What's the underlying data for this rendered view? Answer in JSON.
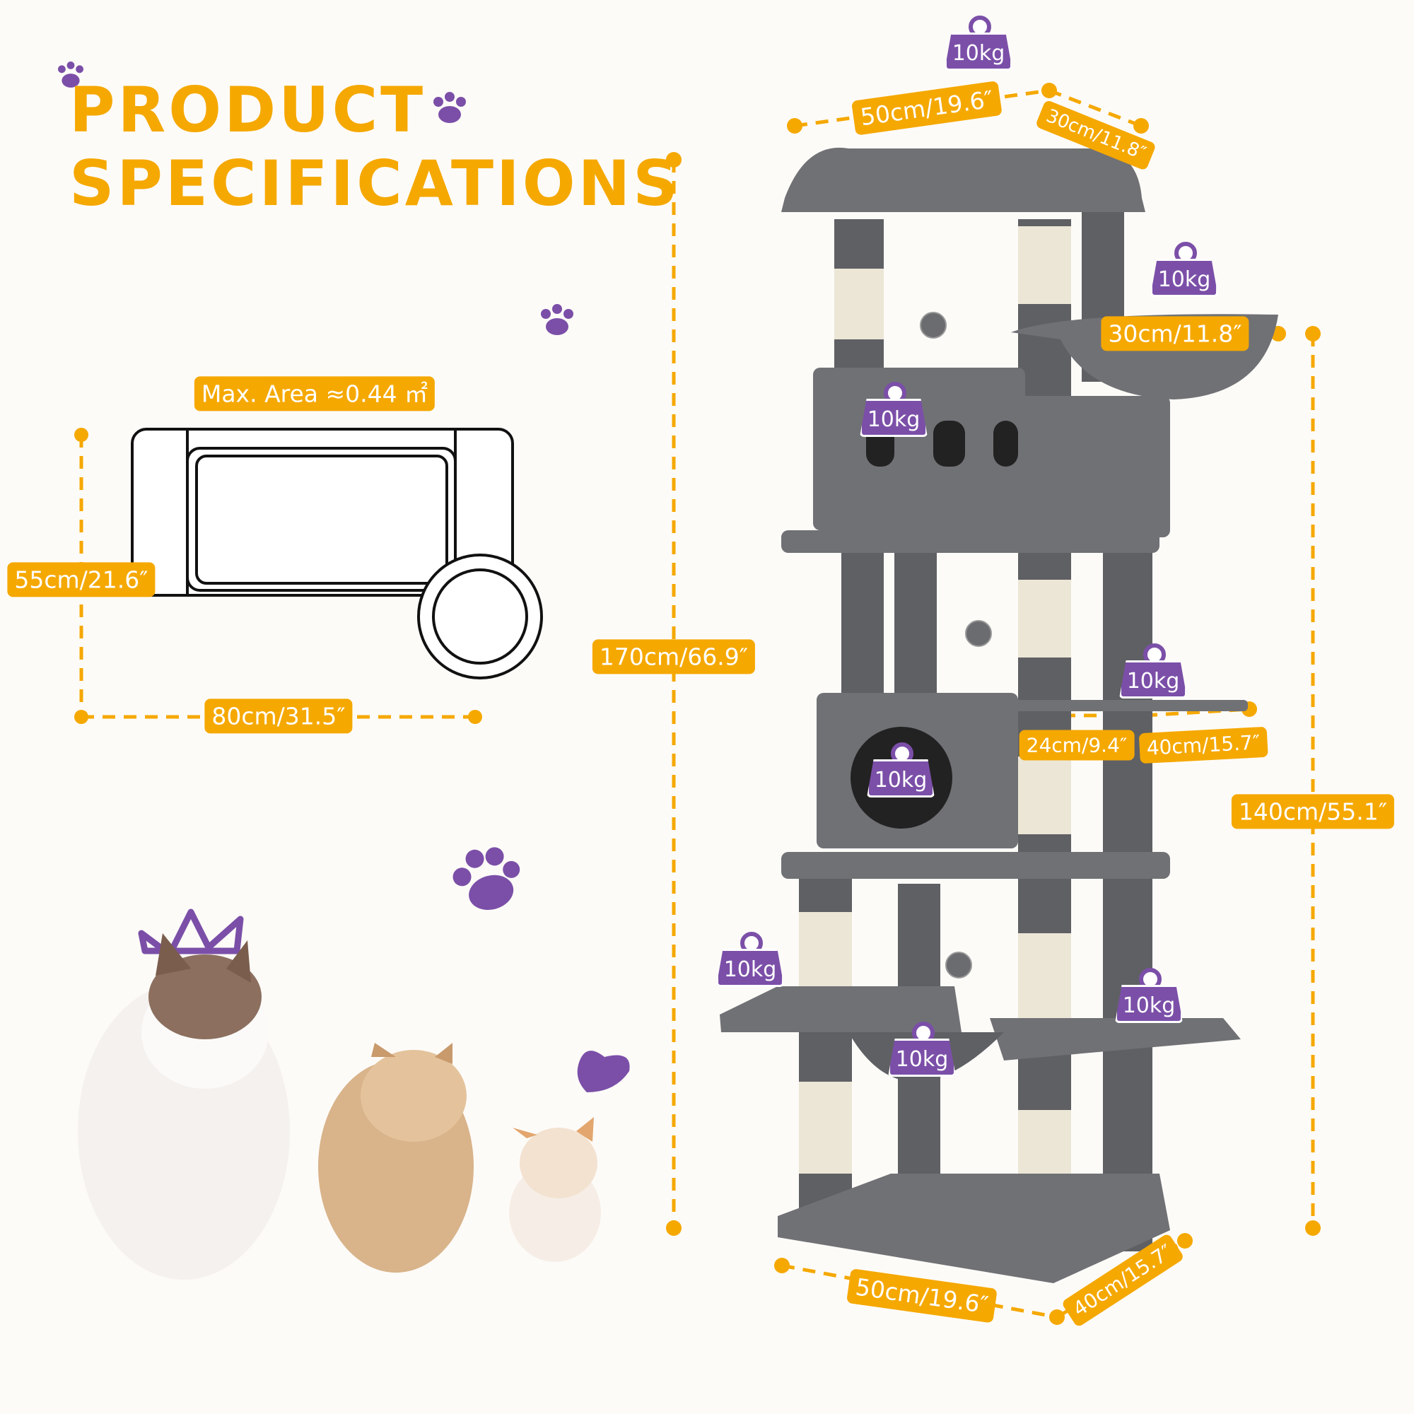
{
  "title": {
    "line1": "PRODUCT",
    "line2": "SPECIFICATIONS"
  },
  "colors": {
    "accent": "#f5a800",
    "purple": "#7b4fa8",
    "tree_gray": "#6b6c70",
    "sisal": "#ece6d6"
  },
  "footprint": {
    "area_label": "Max. Area ≈0.44 ㎡",
    "depth_label": "55cm/21.6″",
    "width_label": "80cm/31.5″"
  },
  "dimensions": {
    "total_height": "170cm/66.9″",
    "hammock_height": "140cm/55.1″",
    "top_width": "50cm/19.6″",
    "top_depth": "30cm/11.8″",
    "hammock_diameter": "30cm/11.8″",
    "platform_depth": "24cm/9.4″",
    "platform_width": "40cm/15.7″",
    "base_width": "50cm/19.6″",
    "base_depth": "40cm/15.7″"
  },
  "load_capacity": [
    "10kg",
    "10kg",
    "10kg",
    "10kg",
    "10kg",
    "10kg",
    "10kg",
    "10kg"
  ],
  "icons": [
    "paw-icon",
    "crown-icon",
    "heart-icon",
    "weight-icon"
  ]
}
